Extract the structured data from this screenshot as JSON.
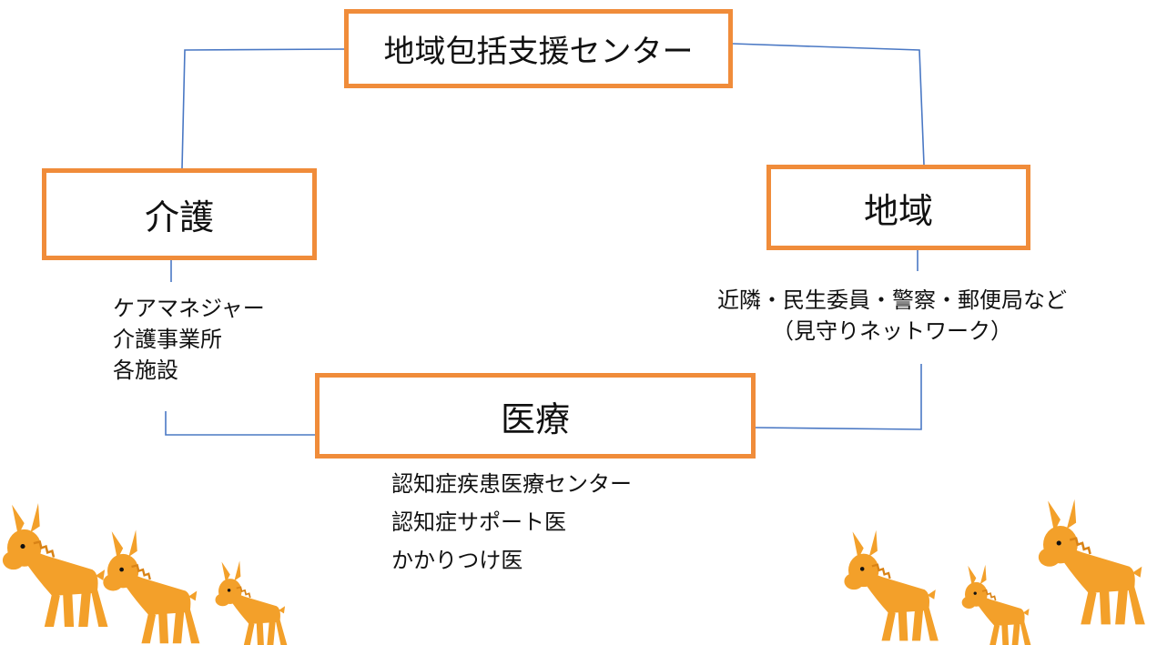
{
  "diagram": {
    "center": {
      "label": "地域包括支援センター"
    },
    "care": {
      "label": "介護",
      "items": [
        "ケアマネジャー",
        "介護事業所",
        "各施設"
      ]
    },
    "community": {
      "label": "地域",
      "items": [
        "近隣・民生委員・警察・郵便局など",
        "（見守りネットワーク）"
      ]
    },
    "medical": {
      "label": "医療",
      "items": [
        "認知症疾患医療センター",
        "認知症サポート医",
        "かかりつけ医"
      ]
    }
  },
  "colors": {
    "box_border": "#f08c3a",
    "connector": "#4a78c4",
    "donkey_body": "#f3a02a",
    "donkey_dark": "#d98316"
  },
  "decorations": {
    "left_group_icon": "donkey-icon",
    "right_group_icon": "donkey-icon"
  }
}
